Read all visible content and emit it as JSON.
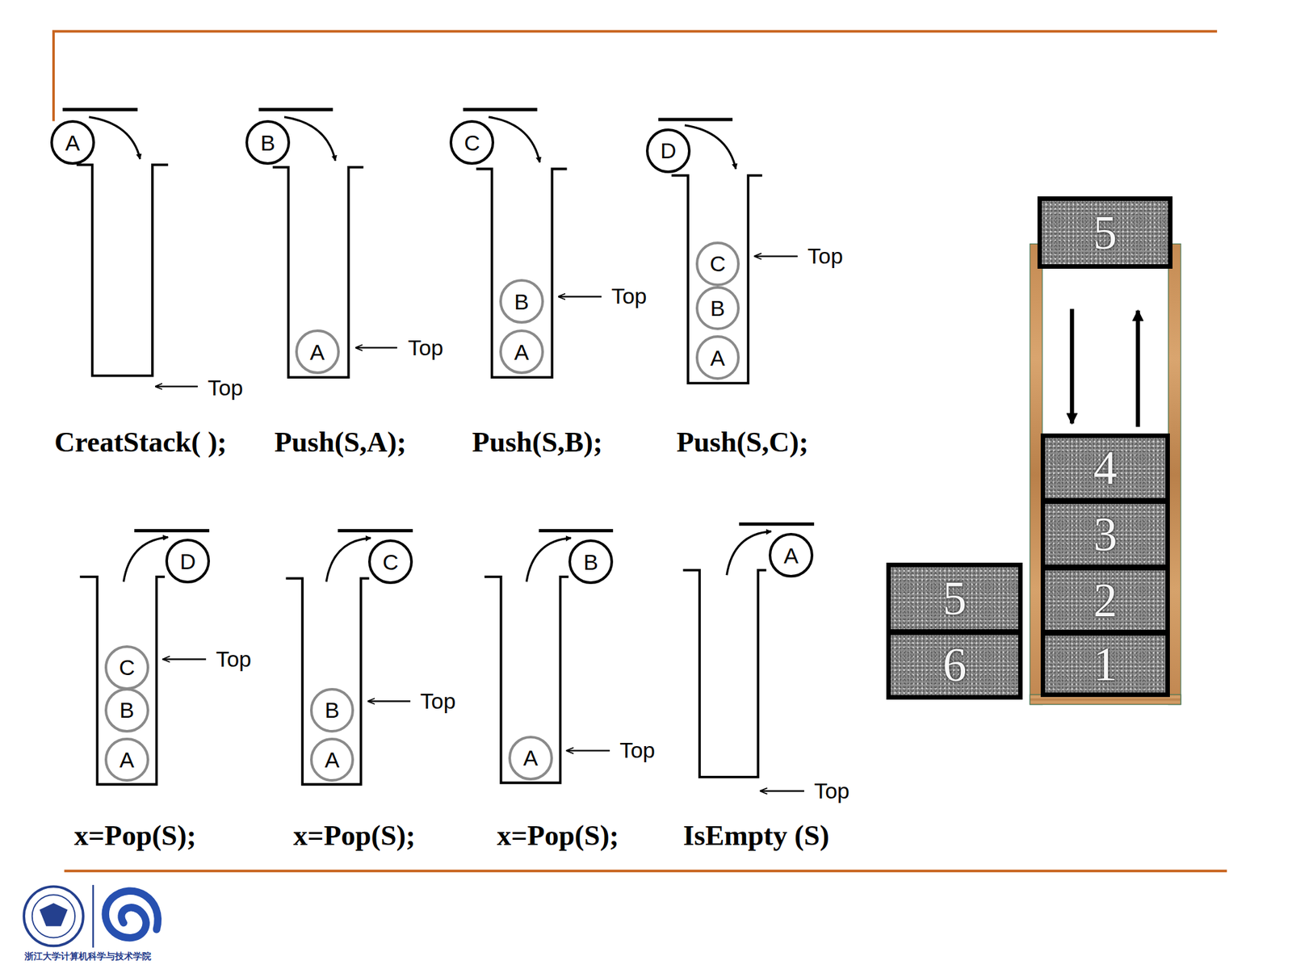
{
  "diagram": {
    "nodes": [
      {
        "text": [
          "A"
        ]
      },
      {
        "text": [
          "B"
        ]
      },
      {
        "text": [
          "A"
        ]
      },
      {
        "text": [
          "C"
        ]
      },
      {
        "text": [
          "B"
        ]
      },
      {
        "text": [
          "A"
        ]
      },
      {
        "text": [
          "D"
        ]
      },
      {
        "text": [
          "C"
        ]
      },
      {
        "text": [
          "B"
        ]
      },
      {
        "text": [
          "A"
        ]
      },
      {
        "text": [
          "D"
        ]
      },
      {
        "text": [
          "C"
        ]
      },
      {
        "text": [
          "B"
        ]
      },
      {
        "text": [
          "A"
        ]
      },
      {
        "text": [
          "C"
        ]
      },
      {
        "text": [
          "B"
        ]
      },
      {
        "text": [
          "A"
        ]
      },
      {
        "text": [
          "B"
        ]
      },
      {
        "text": [
          "A"
        ]
      },
      {
        "text": [
          "A"
        ]
      },
      {
        "text": [
          "5"
        ]
      },
      {
        "text": [
          "4"
        ]
      },
      {
        "text": [
          "3"
        ]
      },
      {
        "text": [
          "2"
        ]
      },
      {
        "text": [
          "1"
        ]
      },
      {
        "text": [
          "5"
        ]
      },
      {
        "text": [
          "6"
        ]
      }
    ],
    "labels": [
      "Top",
      "Top",
      "Top",
      "Top",
      "Top",
      "Top",
      "Top",
      "Top",
      "CreatStack( );",
      "Push(S,A);",
      "Push(S,B);",
      "Push(S,C);",
      "x=Pop(S);",
      "x=Pop(S);",
      "x=Pop(S);",
      "IsEmpty (S)",
      "浙江大学计算机科学与技术学院"
    ]
  }
}
